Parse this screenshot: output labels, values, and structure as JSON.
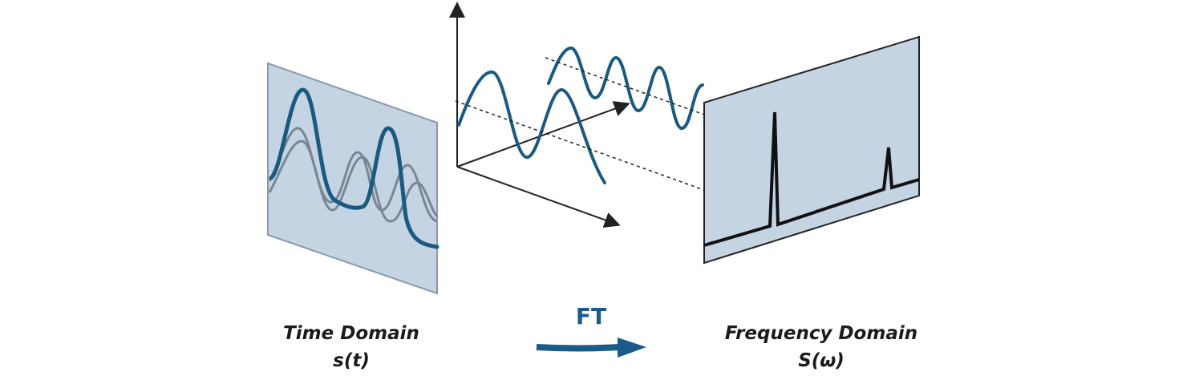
{
  "captions": {
    "time_title": "Time Domain",
    "time_symbol": "s(t)",
    "freq_title": "Frequency Domain",
    "freq_symbol": "S(ω)"
  },
  "transform": {
    "label": "FT"
  },
  "colors": {
    "panel_fill": "#c5d4e3",
    "panel_edge": "#8a9aab",
    "wave_blue": "#1b5a80",
    "wave_gray": "#7a8694",
    "arrow_blue": "#1a5b8a",
    "axis": "#222222"
  },
  "icons": {
    "ft_arrow": "right-arrow-icon"
  }
}
